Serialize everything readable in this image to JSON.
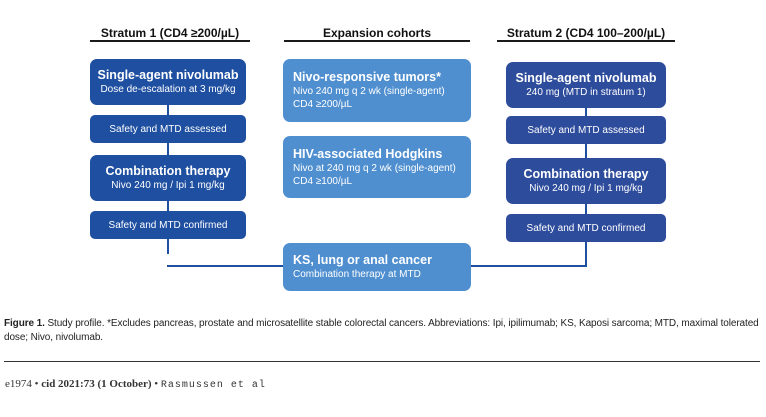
{
  "headers": {
    "stratum1": "Stratum 1 (CD4 ≥200/µL)",
    "expansion": "Expansion cohorts",
    "stratum2": "Stratum 2 (CD4 100–200/µL)"
  },
  "stratum1": {
    "box1_title": "Single-agent nivolumab",
    "box1_sub": "Dose de-escalation at 3 mg/kg",
    "step1": "Safety and MTD assessed",
    "box2_title": "Combination therapy",
    "box2_sub": "Nivo 240 mg / Ipi 1 mg/kg",
    "step2": "Safety and MTD confirmed"
  },
  "expansion": {
    "c1_title": "Nivo-responsive tumors*",
    "c1_line1": "Nivo 240 mg q 2 wk (single-agent)",
    "c1_line2": "CD4 ≥200/µL",
    "c2_title": "HIV-associated Hodgkins",
    "c2_line1": "Nivo at 240 mg q 2 wk (single-agent)",
    "c2_line2": "CD4 ≥100/µL",
    "c3_title": "KS, lung or anal cancer",
    "c3_sub": "Combination therapy at MTD"
  },
  "stratum2": {
    "box1_title": "Single-agent nivolumab",
    "box1_sub": "240 mg (MTD in stratum 1)",
    "step1": "Safety and MTD assessed",
    "box2_title": "Combination therapy",
    "box2_sub": "Nivo 240 mg / Ipi 1 mg/kg",
    "step2": "Safety and MTD confirmed"
  },
  "caption": {
    "label": "Figure 1.",
    "text": "Study profile. *Excludes pancreas, prostate and microsatellite stable colorectal cancers. Abbreviations: Ipi, ipilimumab; KS, Kaposi sarcoma; MTD, maximal tolerated dose; Nivo, nivolumab."
  },
  "footer": {
    "page": "e1974",
    "bullet": "•",
    "journal": "cid 2021:73 (1 October)",
    "author": "Rasmussen et al"
  },
  "colors": {
    "navy": "#1e4fa0",
    "light_blue": "#4f8fd0"
  }
}
